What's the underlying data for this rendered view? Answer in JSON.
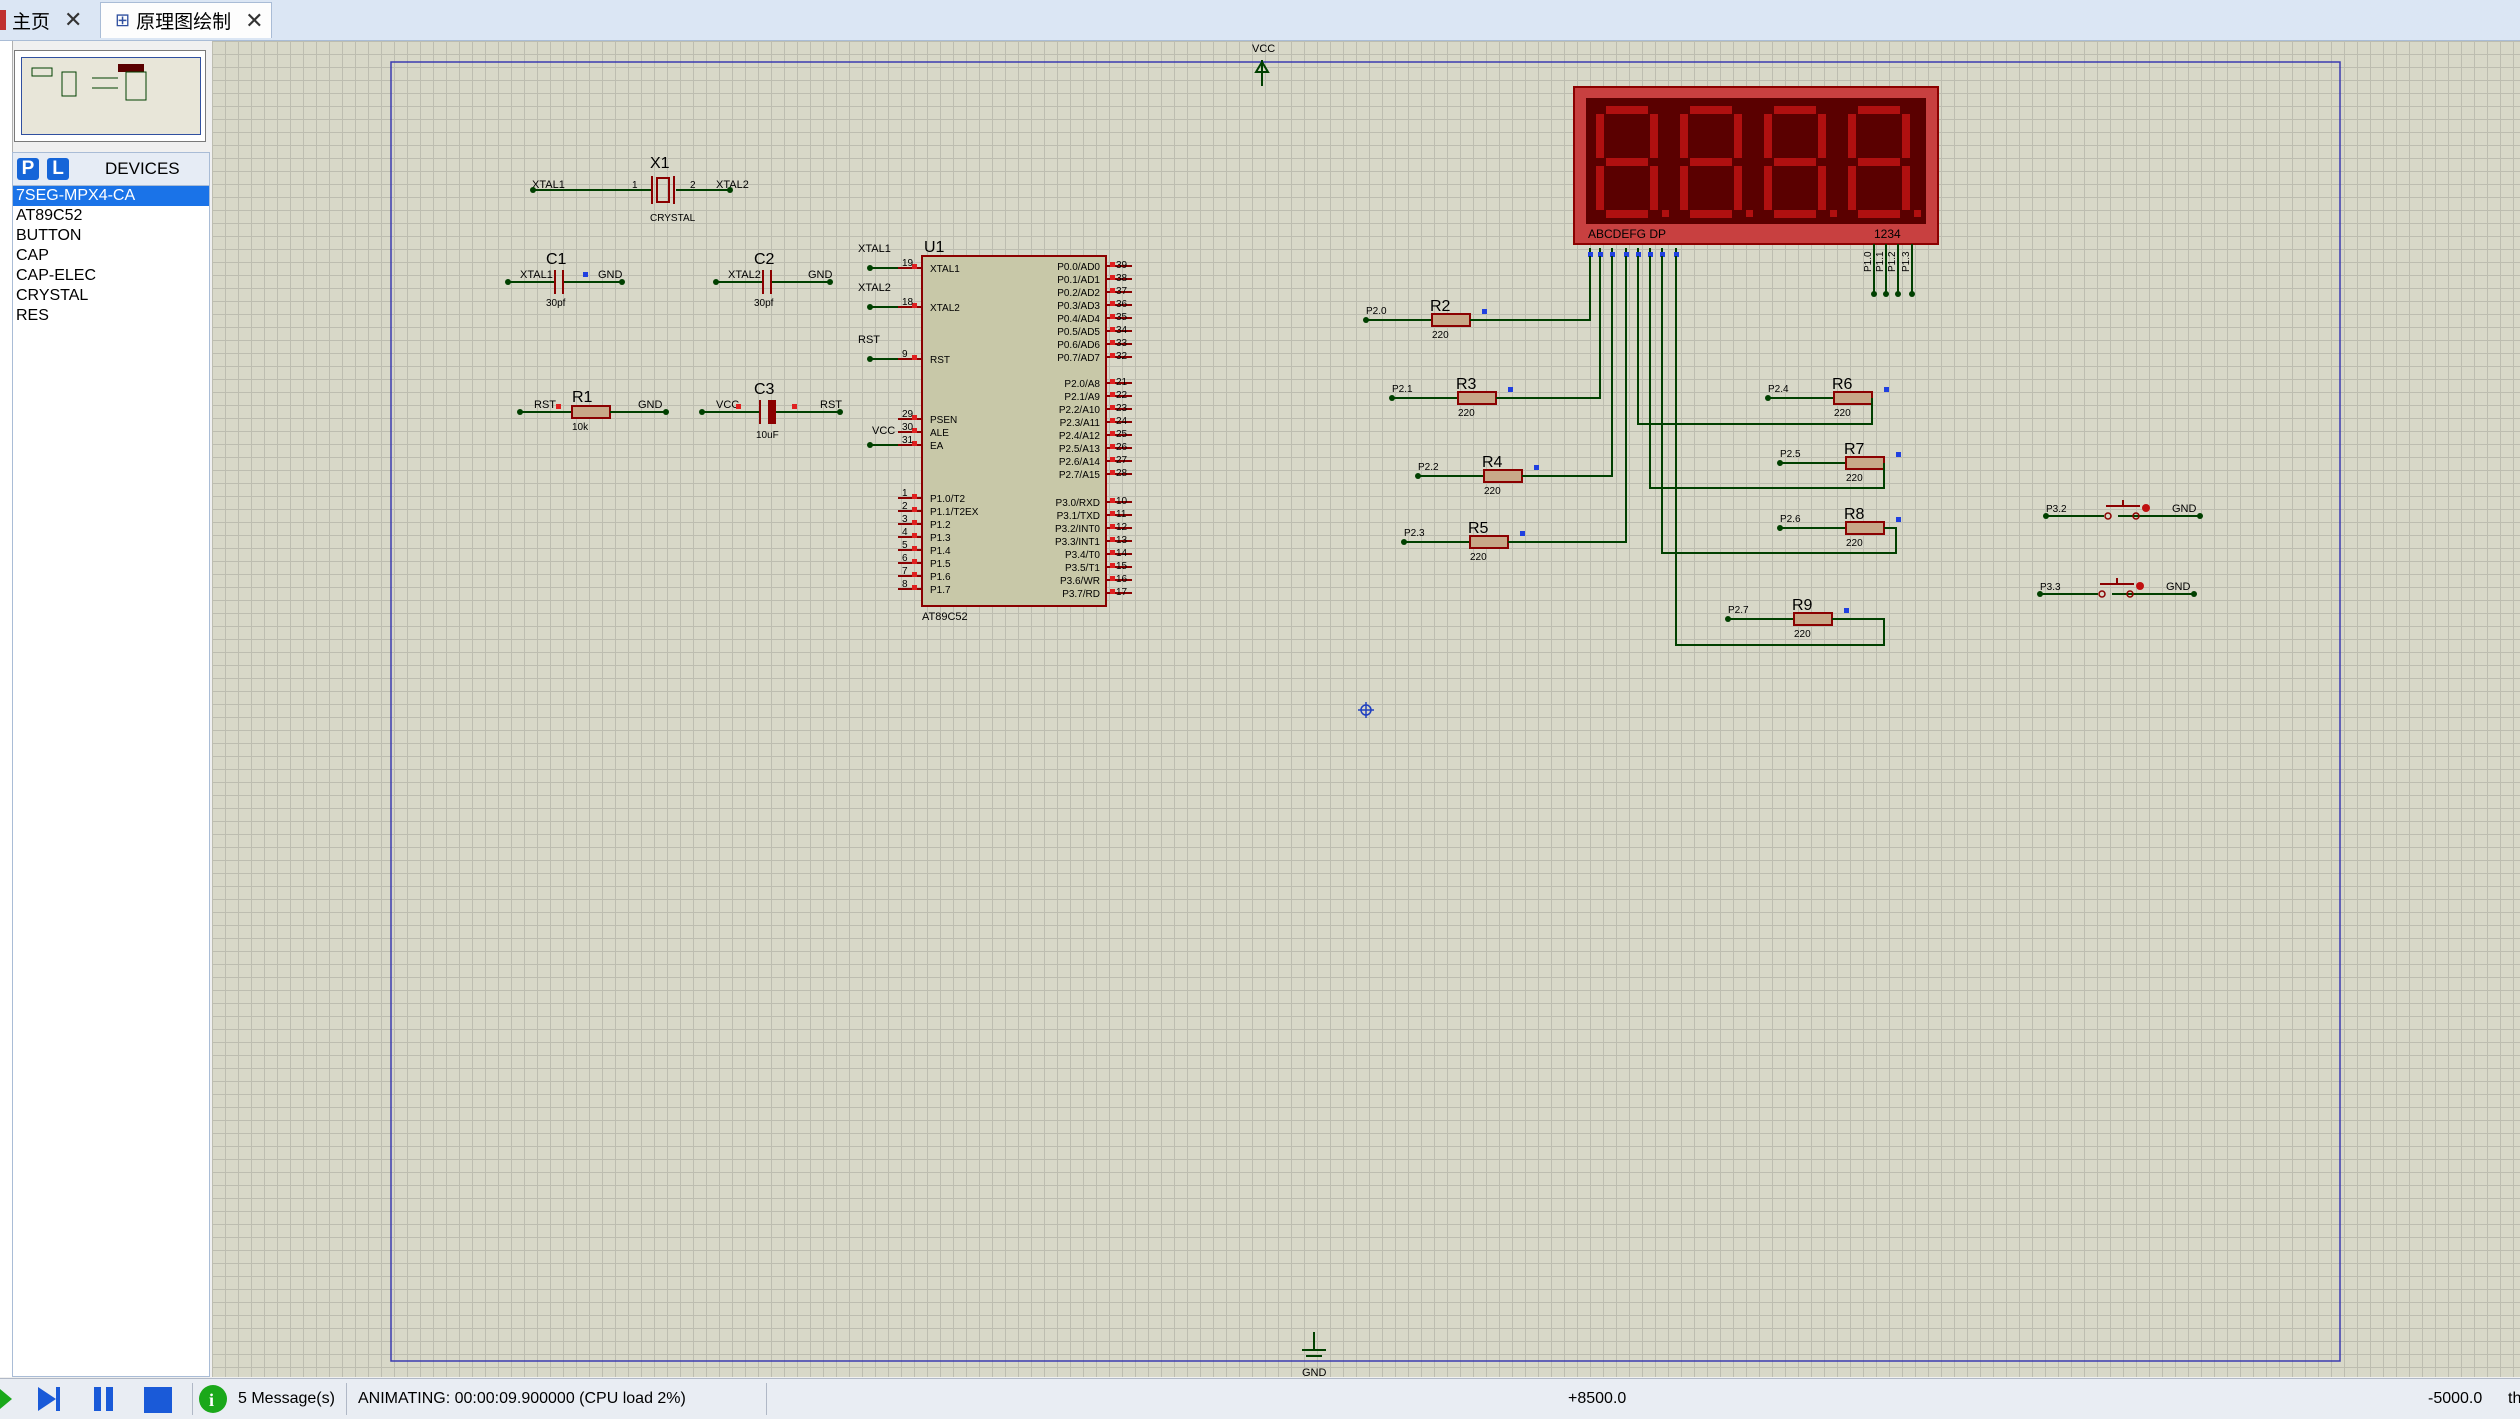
{
  "tabs": [
    {
      "label": "主页"
    },
    {
      "label": "原理图绘制"
    }
  ],
  "panel": {
    "p_btn": "P",
    "l_btn": "L",
    "title": "DEVICES",
    "devices": [
      "7SEG-MPX4-CA",
      "AT89C52",
      "BUTTON",
      "CAP",
      "CAP-ELEC",
      "CRYSTAL",
      "RES"
    ],
    "selected_device": "7SEG-MPX4-CA"
  },
  "schematic": {
    "vcc_top": "VCC",
    "gnd_bottom": "GND",
    "x1": {
      "ref": "X1",
      "value": "CRYSTAL",
      "left_net": "XTAL1",
      "right_net": "XTAL2",
      "pin1": "1",
      "pin2": "2"
    },
    "c1": {
      "ref": "C1",
      "value": "30pf",
      "left_net": "XTAL1",
      "right_net": "GND"
    },
    "c2": {
      "ref": "C2",
      "value": "30pf",
      "left_net": "XTAL2",
      "right_net": "GND"
    },
    "r1": {
      "ref": "R1",
      "value": "10k",
      "left_net": "RST",
      "right_net": "GND"
    },
    "c3": {
      "ref": "C3",
      "value": "10uF",
      "left_net": "VCC",
      "right_net": "RST"
    },
    "u1": {
      "ref": "U1",
      "part": "AT89C52",
      "left_nets": [
        "XTAL1",
        "XTAL2",
        "RST",
        "VCC"
      ],
      "left_pins": [
        {
          "num": "19",
          "name": "XTAL1"
        },
        {
          "num": "18",
          "name": "XTAL2"
        },
        {
          "num": "9",
          "name": "RST"
        },
        {
          "num": "29",
          "name": "PSEN"
        },
        {
          "num": "30",
          "name": "ALE"
        },
        {
          "num": "31",
          "name": "EA"
        },
        {
          "num": "1",
          "name": "P1.0/T2"
        },
        {
          "num": "2",
          "name": "P1.1/T2EX"
        },
        {
          "num": "3",
          "name": "P1.2"
        },
        {
          "num": "4",
          "name": "P1.3"
        },
        {
          "num": "5",
          "name": "P1.4"
        },
        {
          "num": "6",
          "name": "P1.5"
        },
        {
          "num": "7",
          "name": "P1.6"
        },
        {
          "num": "8",
          "name": "P1.7"
        }
      ],
      "right_pins": [
        {
          "num": "39",
          "name": "P0.0/AD0"
        },
        {
          "num": "38",
          "name": "P0.1/AD1"
        },
        {
          "num": "37",
          "name": "P0.2/AD2"
        },
        {
          "num": "36",
          "name": "P0.3/AD3"
        },
        {
          "num": "35",
          "name": "P0.4/AD4"
        },
        {
          "num": "34",
          "name": "P0.5/AD5"
        },
        {
          "num": "33",
          "name": "P0.6/AD6"
        },
        {
          "num": "32",
          "name": "P0.7/AD7"
        },
        {
          "num": "21",
          "name": "P2.0/A8"
        },
        {
          "num": "22",
          "name": "P2.1/A9"
        },
        {
          "num": "23",
          "name": "P2.2/A10"
        },
        {
          "num": "24",
          "name": "P2.3/A11"
        },
        {
          "num": "25",
          "name": "P2.4/A12"
        },
        {
          "num": "26",
          "name": "P2.5/A13"
        },
        {
          "num": "27",
          "name": "P2.6/A14"
        },
        {
          "num": "28",
          "name": "P2.7/A15"
        },
        {
          "num": "10",
          "name": "P3.0/RXD"
        },
        {
          "num": "11",
          "name": "P3.1/TXD"
        },
        {
          "num": "12",
          "name": "P3.2/INT0"
        },
        {
          "num": "13",
          "name": "P3.3/INT1"
        },
        {
          "num": "14",
          "name": "P3.4/T0"
        },
        {
          "num": "15",
          "name": "P3.5/T1"
        },
        {
          "num": "16",
          "name": "P3.6/WR"
        },
        {
          "num": "17",
          "name": "P3.7/RD"
        }
      ]
    },
    "resistors": [
      {
        "ref": "R2",
        "value": "220",
        "net": "P2.0"
      },
      {
        "ref": "R3",
        "value": "220",
        "net": "P2.1"
      },
      {
        "ref": "R4",
        "value": "220",
        "net": "P2.2"
      },
      {
        "ref": "R5",
        "value": "220",
        "net": "P2.3"
      },
      {
        "ref": "R6",
        "value": "220",
        "net": "P2.4"
      },
      {
        "ref": "R7",
        "value": "220",
        "net": "P2.5"
      },
      {
        "ref": "R8",
        "value": "220",
        "net": "P2.6"
      },
      {
        "ref": "R9",
        "value": "220",
        "net": "P2.7"
      }
    ],
    "display": {
      "seg_label": "ABCDEFG  DP",
      "digit_label": "1234",
      "digit_nets": [
        "P1.0",
        "P1.1",
        "P1.2",
        "P1.3"
      ],
      "digits": 4
    },
    "buttons": [
      {
        "net": "P3.2",
        "gnd": "GND"
      },
      {
        "net": "P3.3",
        "gnd": "GND"
      }
    ]
  },
  "status": {
    "messages": "5 Message(s)",
    "animation": "ANIMATING: 00:00:09.900000 (CPU load 2%)",
    "x_coord": "+8500.0",
    "y_coord": "-5000.0",
    "unit": "th"
  },
  "colors": {
    "canvas": "#d8d8c8",
    "grid": "#bdbdb0",
    "wire": "#004000",
    "part_outline": "#8b0000",
    "chip_fill": "#c8c8a8",
    "pin_red": "#e02020",
    "pin_blue": "#2040e0",
    "sheet_border": "#3a3ab0",
    "display_bg": "#5a0000",
    "segment": "#b01010",
    "selection": "#1a73e8"
  }
}
